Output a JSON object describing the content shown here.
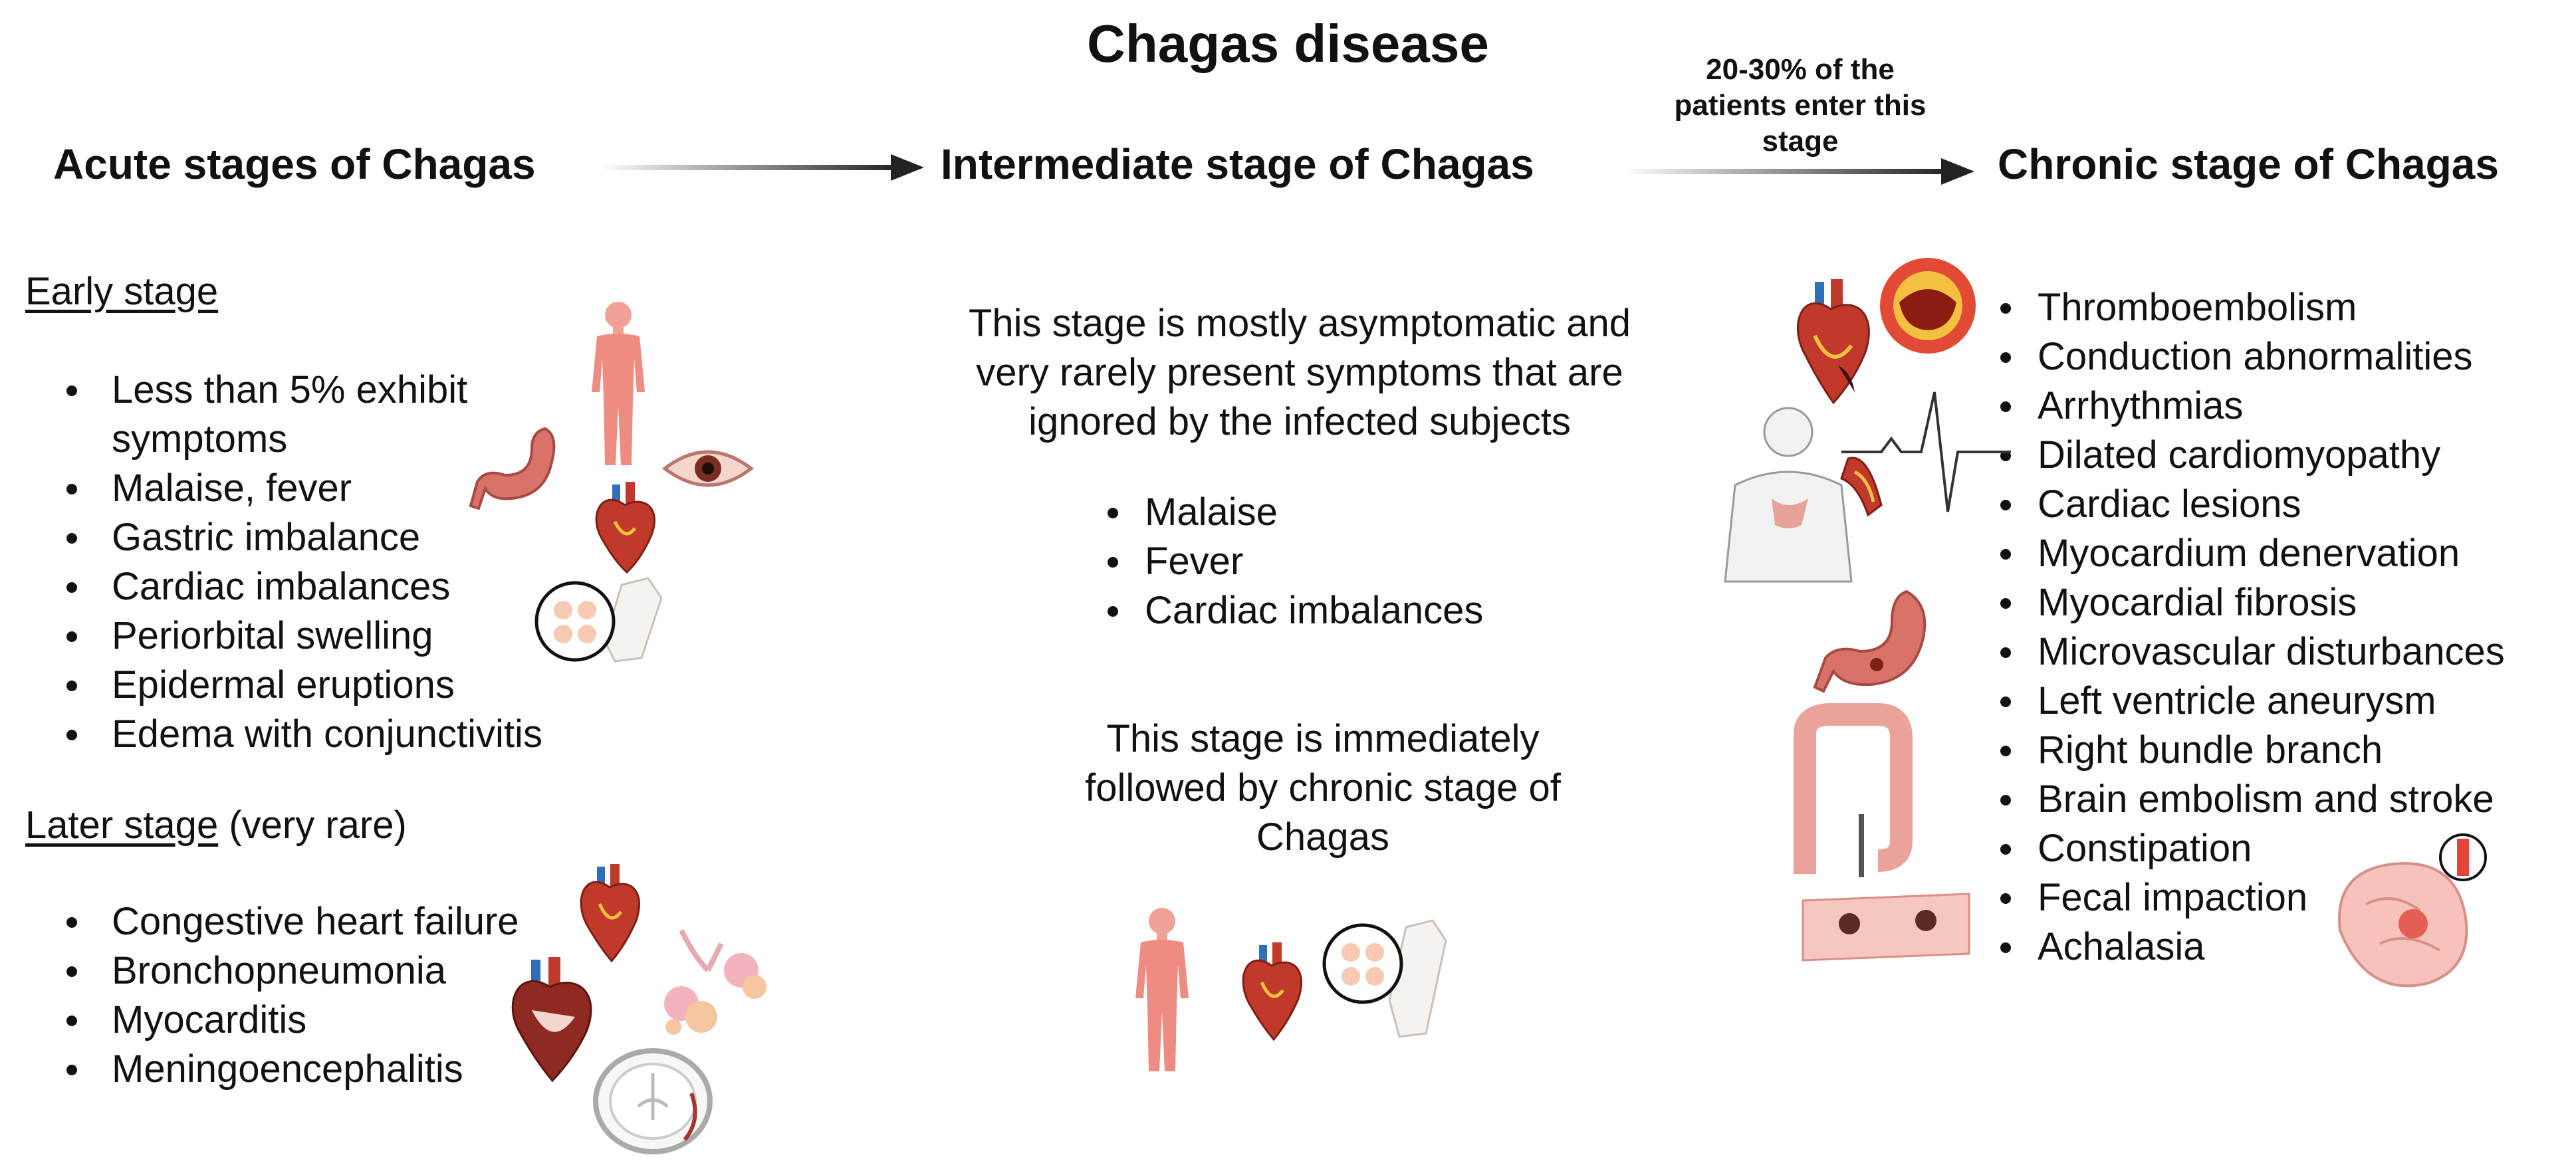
{
  "title": "Chagas disease",
  "stages": {
    "acute": {
      "heading": "Acute stages of Chagas"
    },
    "intermediate": {
      "heading": "Intermediate stage of Chagas"
    },
    "chronic": {
      "heading": "Chronic stage of Chagas"
    }
  },
  "transition_note": [
    "20-30% of the",
    "patients enter this",
    "stage"
  ],
  "acute": {
    "early_label": "Early stage",
    "early_items": [
      "Less than 5% exhibit",
      "symptoms",
      "Malaise, fever",
      "Gastric imbalance",
      "Cardiac imbalances",
      "Periorbital swelling",
      "Epidermal eruptions",
      "Edema with conjunctivitis"
    ],
    "later_label": "Later stage",
    "later_suffix": " (very rare)",
    "later_items": [
      "Congestive heart failure",
      "Bronchopneumonia",
      "Myocarditis",
      "Meningoencephalitis"
    ]
  },
  "intermediate": {
    "description": [
      "This stage is mostly asymptomatic and",
      "very rarely present symptoms that are",
      "ignored by the infected subjects"
    ],
    "items": [
      "Malaise",
      "Fever",
      "Cardiac imbalances"
    ],
    "followup": [
      "This stage is immediately",
      "followed by chronic stage of",
      "Chagas"
    ]
  },
  "chronic": {
    "items": [
      "Thromboembolism",
      "Conduction abnormalities",
      "Arrhythmias",
      "Dilated cardiomyopathy",
      "Cardiac lesions",
      "Myocardium denervation",
      "Myocardial fibrosis",
      "Microvascular disturbances",
      "Left ventricle aneurysm",
      "Right bundle branch",
      "Brain embolism and stroke",
      "Constipation",
      "Fecal impaction",
      "Achalasia"
    ]
  },
  "colors": {
    "arrow": "#333333",
    "tissue": "#e8837a",
    "heart": "#c0392b",
    "vessel": "#2e6fb8"
  }
}
